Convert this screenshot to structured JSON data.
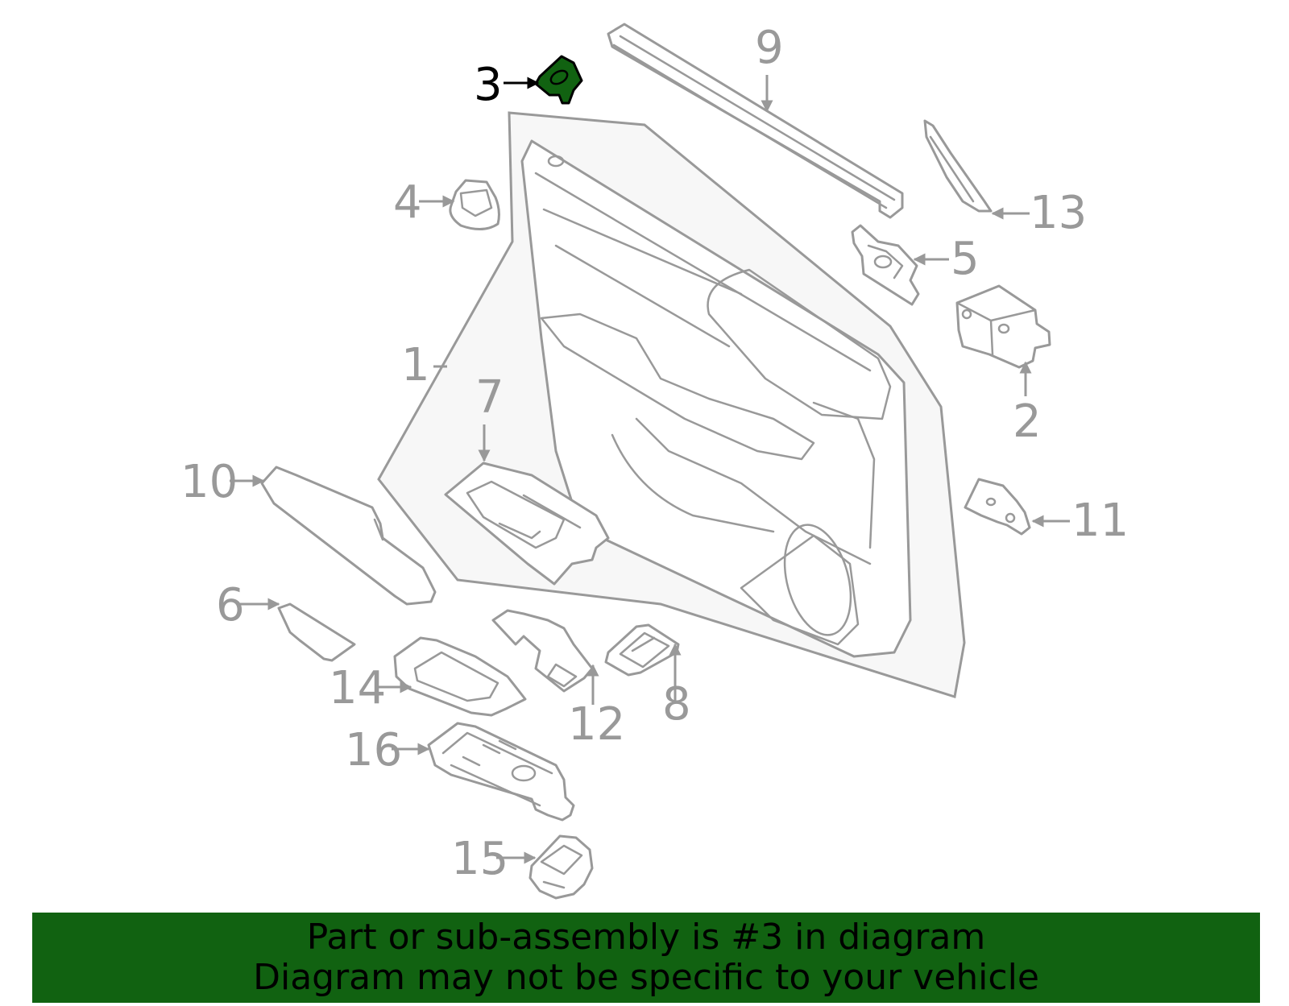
{
  "diagram": {
    "highlight_color": "#116211",
    "line_color": "#999999",
    "highlighted_part": "3",
    "callouts": [
      "1",
      "2",
      "3",
      "4",
      "5",
      "6",
      "7",
      "8",
      "9",
      "10",
      "11",
      "12",
      "13",
      "14",
      "15",
      "16"
    ]
  },
  "banner": {
    "line1": "Part or sub-assembly is #3 in diagram",
    "line2": "Diagram may not be specific to your vehicle",
    "background": "#116211"
  }
}
